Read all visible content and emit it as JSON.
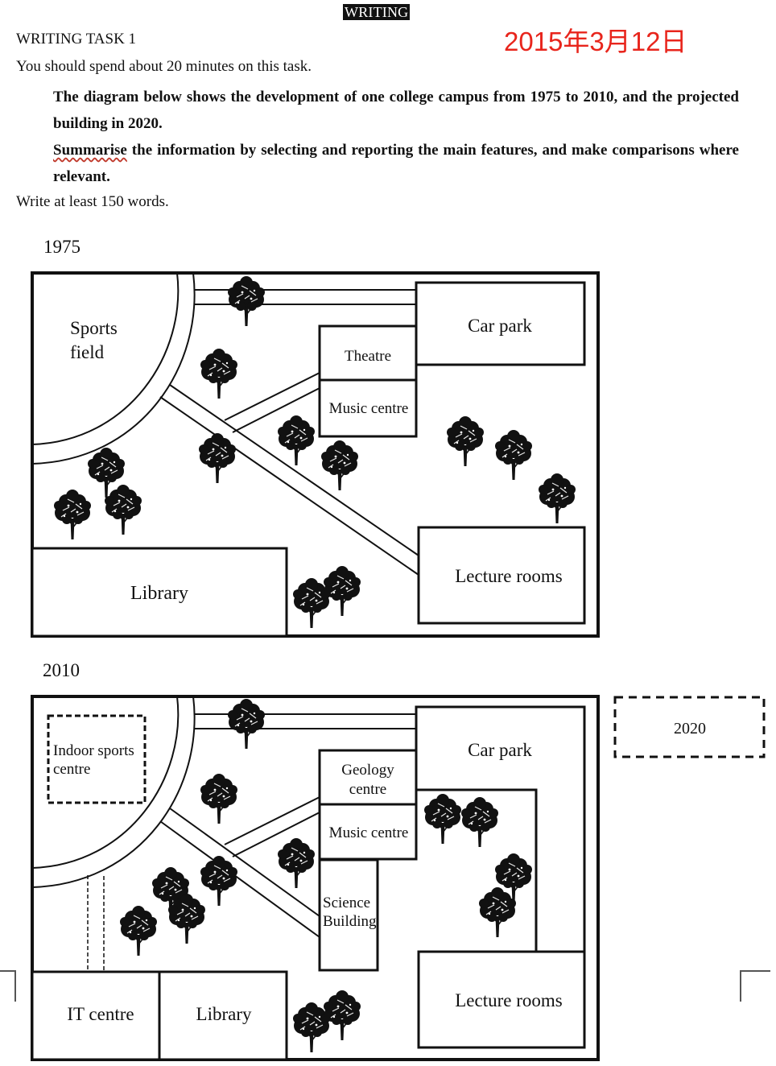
{
  "header": {
    "tag": "WRITING",
    "date": "2015年3月12日"
  },
  "task": {
    "title": "WRITING TASK 1",
    "time": "You should spend about 20 minutes on this task.",
    "prompt_line1": "The diagram below shows the development of one college campus from 1975 to 2010, and the projected building in 2020.",
    "prompt_word": "Summarise",
    "prompt_line2": " the information by selecting and reporting the main features, and make comparisons where relevant.",
    "words": "Write at least 150 words."
  },
  "map1975": {
    "year": "1975",
    "sports_field_1": "Sports",
    "sports_field_2": "field",
    "car_park": "Car park",
    "theatre": "Theatre",
    "music_centre": "Music centre",
    "library": "Library",
    "lecture_rooms": "Lecture rooms"
  },
  "map2010": {
    "year": "2010",
    "indoor_sports_1": "Indoor sports",
    "indoor_sports_2": "centre",
    "car_park": "Car park",
    "geology_1": "Geology",
    "geology_2": "centre",
    "music_centre": "Music centre",
    "science_1": "Science",
    "science_2": "Building",
    "it_centre": "IT centre",
    "library": "Library",
    "lecture_rooms": "Lecture rooms"
  },
  "map2020": {
    "year": "2020"
  },
  "colors": {
    "ink": "#111111",
    "date_red": "#e8251c"
  }
}
